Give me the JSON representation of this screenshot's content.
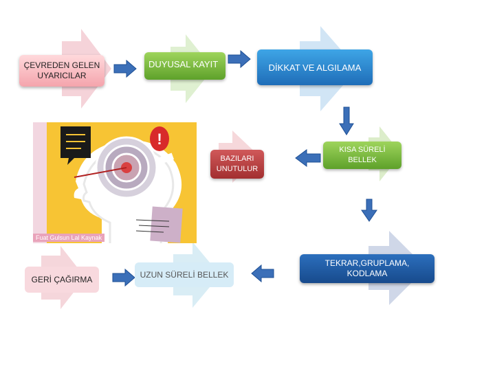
{
  "nodes": {
    "stimuli": "ÇEVREDEN GELEN UYARICILAR",
    "sensory_register": "DUYUSAL KAYIT",
    "attention_perception": "DİKKAT  VE ALGILAMA",
    "short_term_memory": "KISA SÜRELİ BELLEK",
    "forgotten": "BAZILARI UNUTULUR",
    "rehearsal": "TEKRAR,GRUPLAMA, KODLAMA",
    "long_term_memory": "UZUN SÜRELİ  BELLEK",
    "retrieval": "GERİ ÇAĞIRMA"
  },
  "illustration": {
    "credit": "Fuat Gulsun Lal Kaynak",
    "exclamation": "!"
  },
  "colors": {
    "flow_arrow": "#3b6fb8",
    "pink": "#f4a4ac",
    "green": "#7ab640",
    "blue": "#2f8fd8",
    "red": "#b33b3c",
    "dark_blue": "#2458a6",
    "illustration_bg": "#f7c434"
  }
}
